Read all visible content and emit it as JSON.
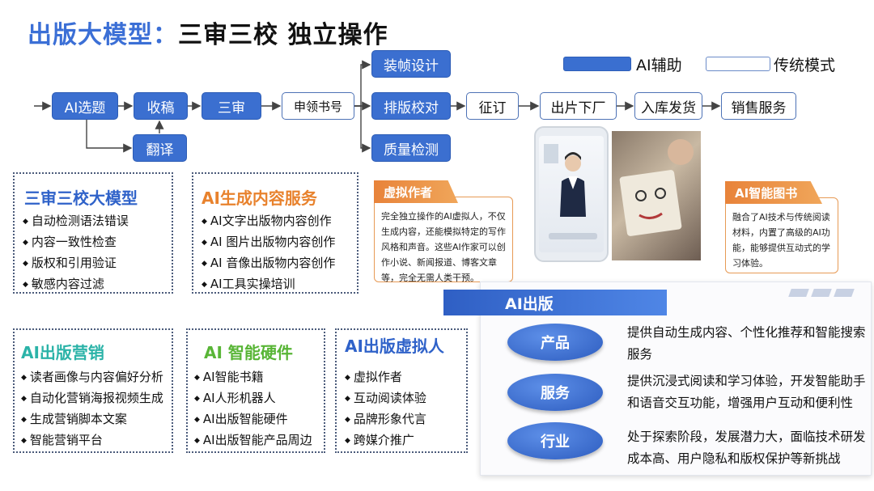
{
  "title": {
    "part1": "出版大模型：",
    "part2": "三审三校 独立操作"
  },
  "legend": {
    "ai": "AI辅助",
    "traditional": "传统模式",
    "ai_color": "#3b6fd0"
  },
  "flow": {
    "ai_topic": "AI选题",
    "collect": "收稿",
    "translate": "翻译",
    "review": "三审",
    "apply_isbn": "申领书号",
    "binding_design": "装帧设计",
    "typeset_proof": "排版校对",
    "quality_check": "质量检测",
    "subscribe": "征订",
    "print": "出片下厂",
    "storage": "入库发货",
    "sales": "销售服务"
  },
  "categories": {
    "model": {
      "title": "三审三校大模型",
      "color": "#2f62c9",
      "items": [
        "自动检测语法错误",
        "内容一致性检查",
        "版权和引用验证",
        "敏感内容过滤"
      ]
    },
    "aigc": {
      "title": "AI生成内容服务",
      "color": "#e8822d",
      "items": [
        "AI文字出版物内容创作",
        "AI 图片出版物内容创作",
        "AI 音像出版物内容创作",
        "AI工具实操培训"
      ]
    },
    "marketing": {
      "title": "AI出版营销",
      "color": "#2bb3a8",
      "items": [
        "读者画像与内容偏好分析",
        "自动化营销海报视频生成",
        "生成营销脚本文案",
        "智能营销平台"
      ]
    },
    "hardware": {
      "title": "AI 智能硬件",
      "color": "#58b536",
      "items": [
        "AI智能书籍",
        "AI人形机器人",
        "AI出版智能硬件",
        "AI出版智能产品周边"
      ]
    },
    "avatar": {
      "title": "AI出版虚拟人",
      "color": "#2f62c9",
      "items": [
        "虚拟作者",
        "互动阅读体验",
        "品牌形象代言",
        "跨媒介推广"
      ]
    }
  },
  "virtual_author": {
    "tag": "虚拟作者",
    "text": "完全独立操作的AI虚拟人，不仅生成内容，还能模拟特定的写作风格和声音。这些AI作家可以创作小说、新闻报道、博客文章等，完全无需人类干预。"
  },
  "smart_book": {
    "tag": "AI智能图书",
    "text": "融合了AI技术与传统阅读材料，内置了高级的AI功能，能够提供互动式的学习体验。"
  },
  "ai_publishing": {
    "banner": "AI出版",
    "rows": [
      {
        "label": "产品",
        "text": "提供自动生成内容、个性化推荐和智能搜索服务"
      },
      {
        "label": "服务",
        "text": "提供沉浸式阅读和学习体验，开发智能助手和语音交互功能，增强用户互动和便利性"
      },
      {
        "label": "行业",
        "text": "处于探索阶段，发展潜力大，面临技术研发成本高、用户隐私和版权保护等新挑战"
      }
    ]
  }
}
